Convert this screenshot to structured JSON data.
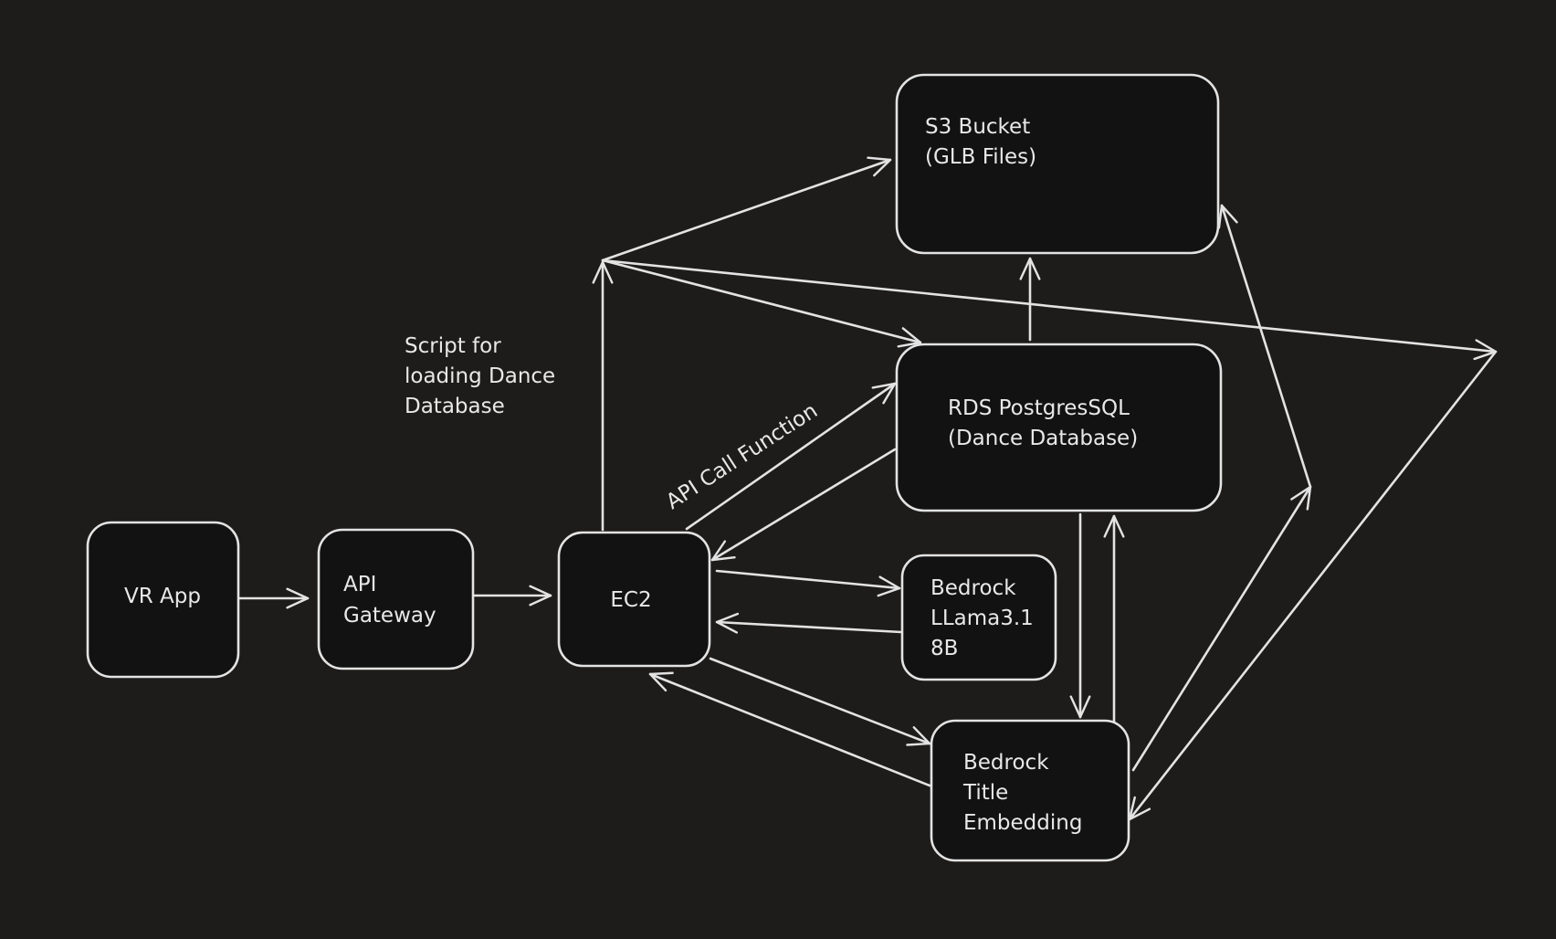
{
  "nodes": {
    "vr_app": {
      "lines": [
        "VR App"
      ]
    },
    "api_gateway": {
      "lines": [
        "API",
        "Gateway"
      ]
    },
    "ec2": {
      "lines": [
        "EC2"
      ]
    },
    "s3": {
      "lines": [
        "S3 Bucket",
        "(GLB Files)"
      ]
    },
    "rds": {
      "lines": [
        "RDS PostgresSQL",
        "(Dance Database)"
      ]
    },
    "llama": {
      "lines": [
        "Bedrock",
        "LLama3.1",
        "8B"
      ]
    },
    "title_embedding": {
      "lines": [
        "Bedrock",
        "Title",
        "Embedding"
      ]
    }
  },
  "labels": {
    "script_note": [
      "Script for",
      "loading Dance",
      "Database"
    ],
    "api_call": "API Call Function"
  },
  "colors": {
    "background": "#1e1c1b",
    "stroke": "#e3e3e3",
    "node_fill": "#121212",
    "text": "#e8e8e8"
  }
}
